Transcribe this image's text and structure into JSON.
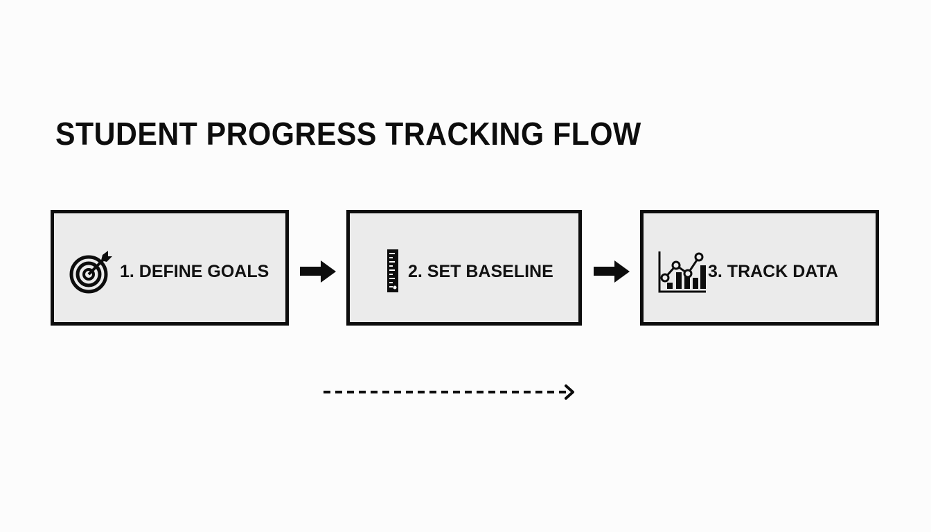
{
  "diagram": {
    "title": "STUDENT PROGRESS TRACKING FLOW",
    "steps": [
      {
        "label": "1. DEFINE GOALS",
        "icon": "target-icon"
      },
      {
        "label": "2. SET BASELINE",
        "icon": "ruler-icon"
      },
      {
        "label": "3. TRACK DATA",
        "icon": "chart-icon"
      }
    ],
    "connectors": [
      {
        "from": 0,
        "to": 1,
        "style": "solid-arrow"
      },
      {
        "from": 1,
        "to": 2,
        "style": "solid-arrow"
      }
    ],
    "dashed_arrow": {
      "style": "dashed",
      "direction": "right"
    },
    "colors": {
      "box_fill": "#ebebeb",
      "stroke": "#0d0d0d",
      "background": "#fcfcfc"
    }
  }
}
